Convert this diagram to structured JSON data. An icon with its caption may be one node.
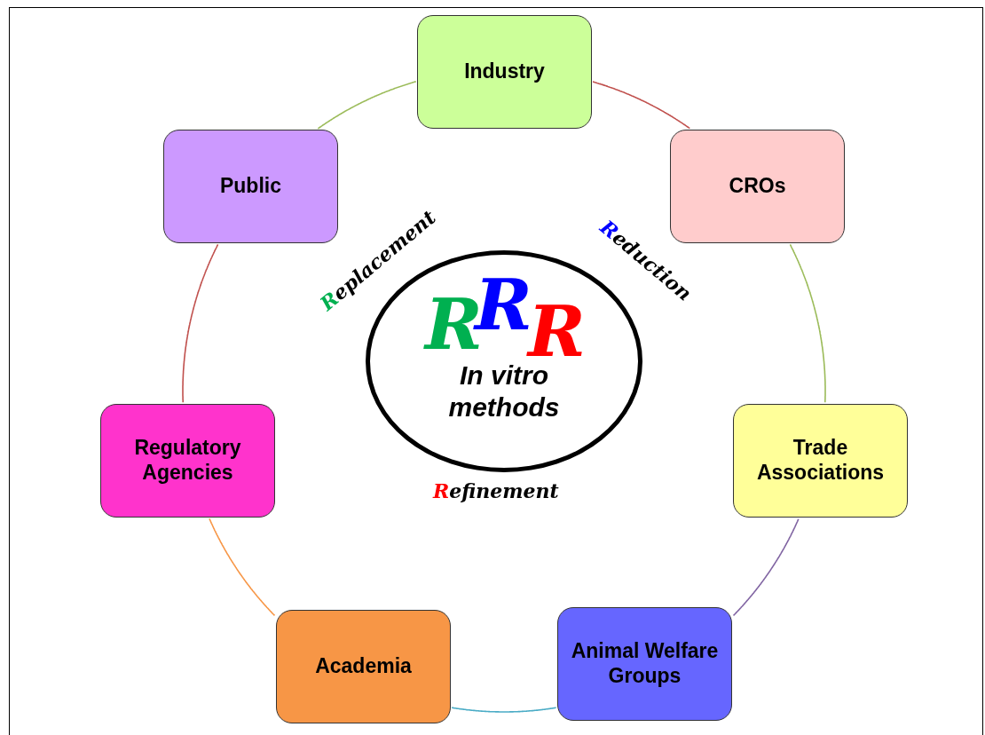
{
  "diagram": {
    "nodes": [
      {
        "text": [
          "Industry"
        ]
      },
      {
        "text": [
          "CROs"
        ]
      },
      {
        "text": [
          "Trade Associations"
        ]
      },
      {
        "text": [
          "Animal Welfare Groups"
        ]
      },
      {
        "text": [
          "Academia"
        ]
      },
      {
        "text": [
          "Regulatory Agencies"
        ]
      },
      {
        "text": [
          "Public"
        ]
      },
      {
        "text": [
          "R",
          "R",
          "R",
          "In vitro methods"
        ]
      }
    ],
    "edges": [
      {
        "from": 0,
        "to": 1,
        "arrow": "none",
        "color": "#c0504d"
      },
      {
        "from": 1,
        "to": 2,
        "arrow": "none",
        "color": "#9bbb59"
      },
      {
        "from": 2,
        "to": 3,
        "arrow": "none",
        "color": "#8064a2"
      },
      {
        "from": 3,
        "to": 4,
        "arrow": "none",
        "color": "#4bacc6"
      },
      {
        "from": 4,
        "to": 5,
        "arrow": "none",
        "color": "#f79646"
      },
      {
        "from": 5,
        "to": 6,
        "arrow": "none",
        "color": "#c0504d"
      },
      {
        "from": 6,
        "to": 0,
        "arrow": "none",
        "color": "#9bbb59"
      }
    ],
    "labels": [
      "Replacement",
      "Reduction",
      "Refinement"
    ]
  }
}
